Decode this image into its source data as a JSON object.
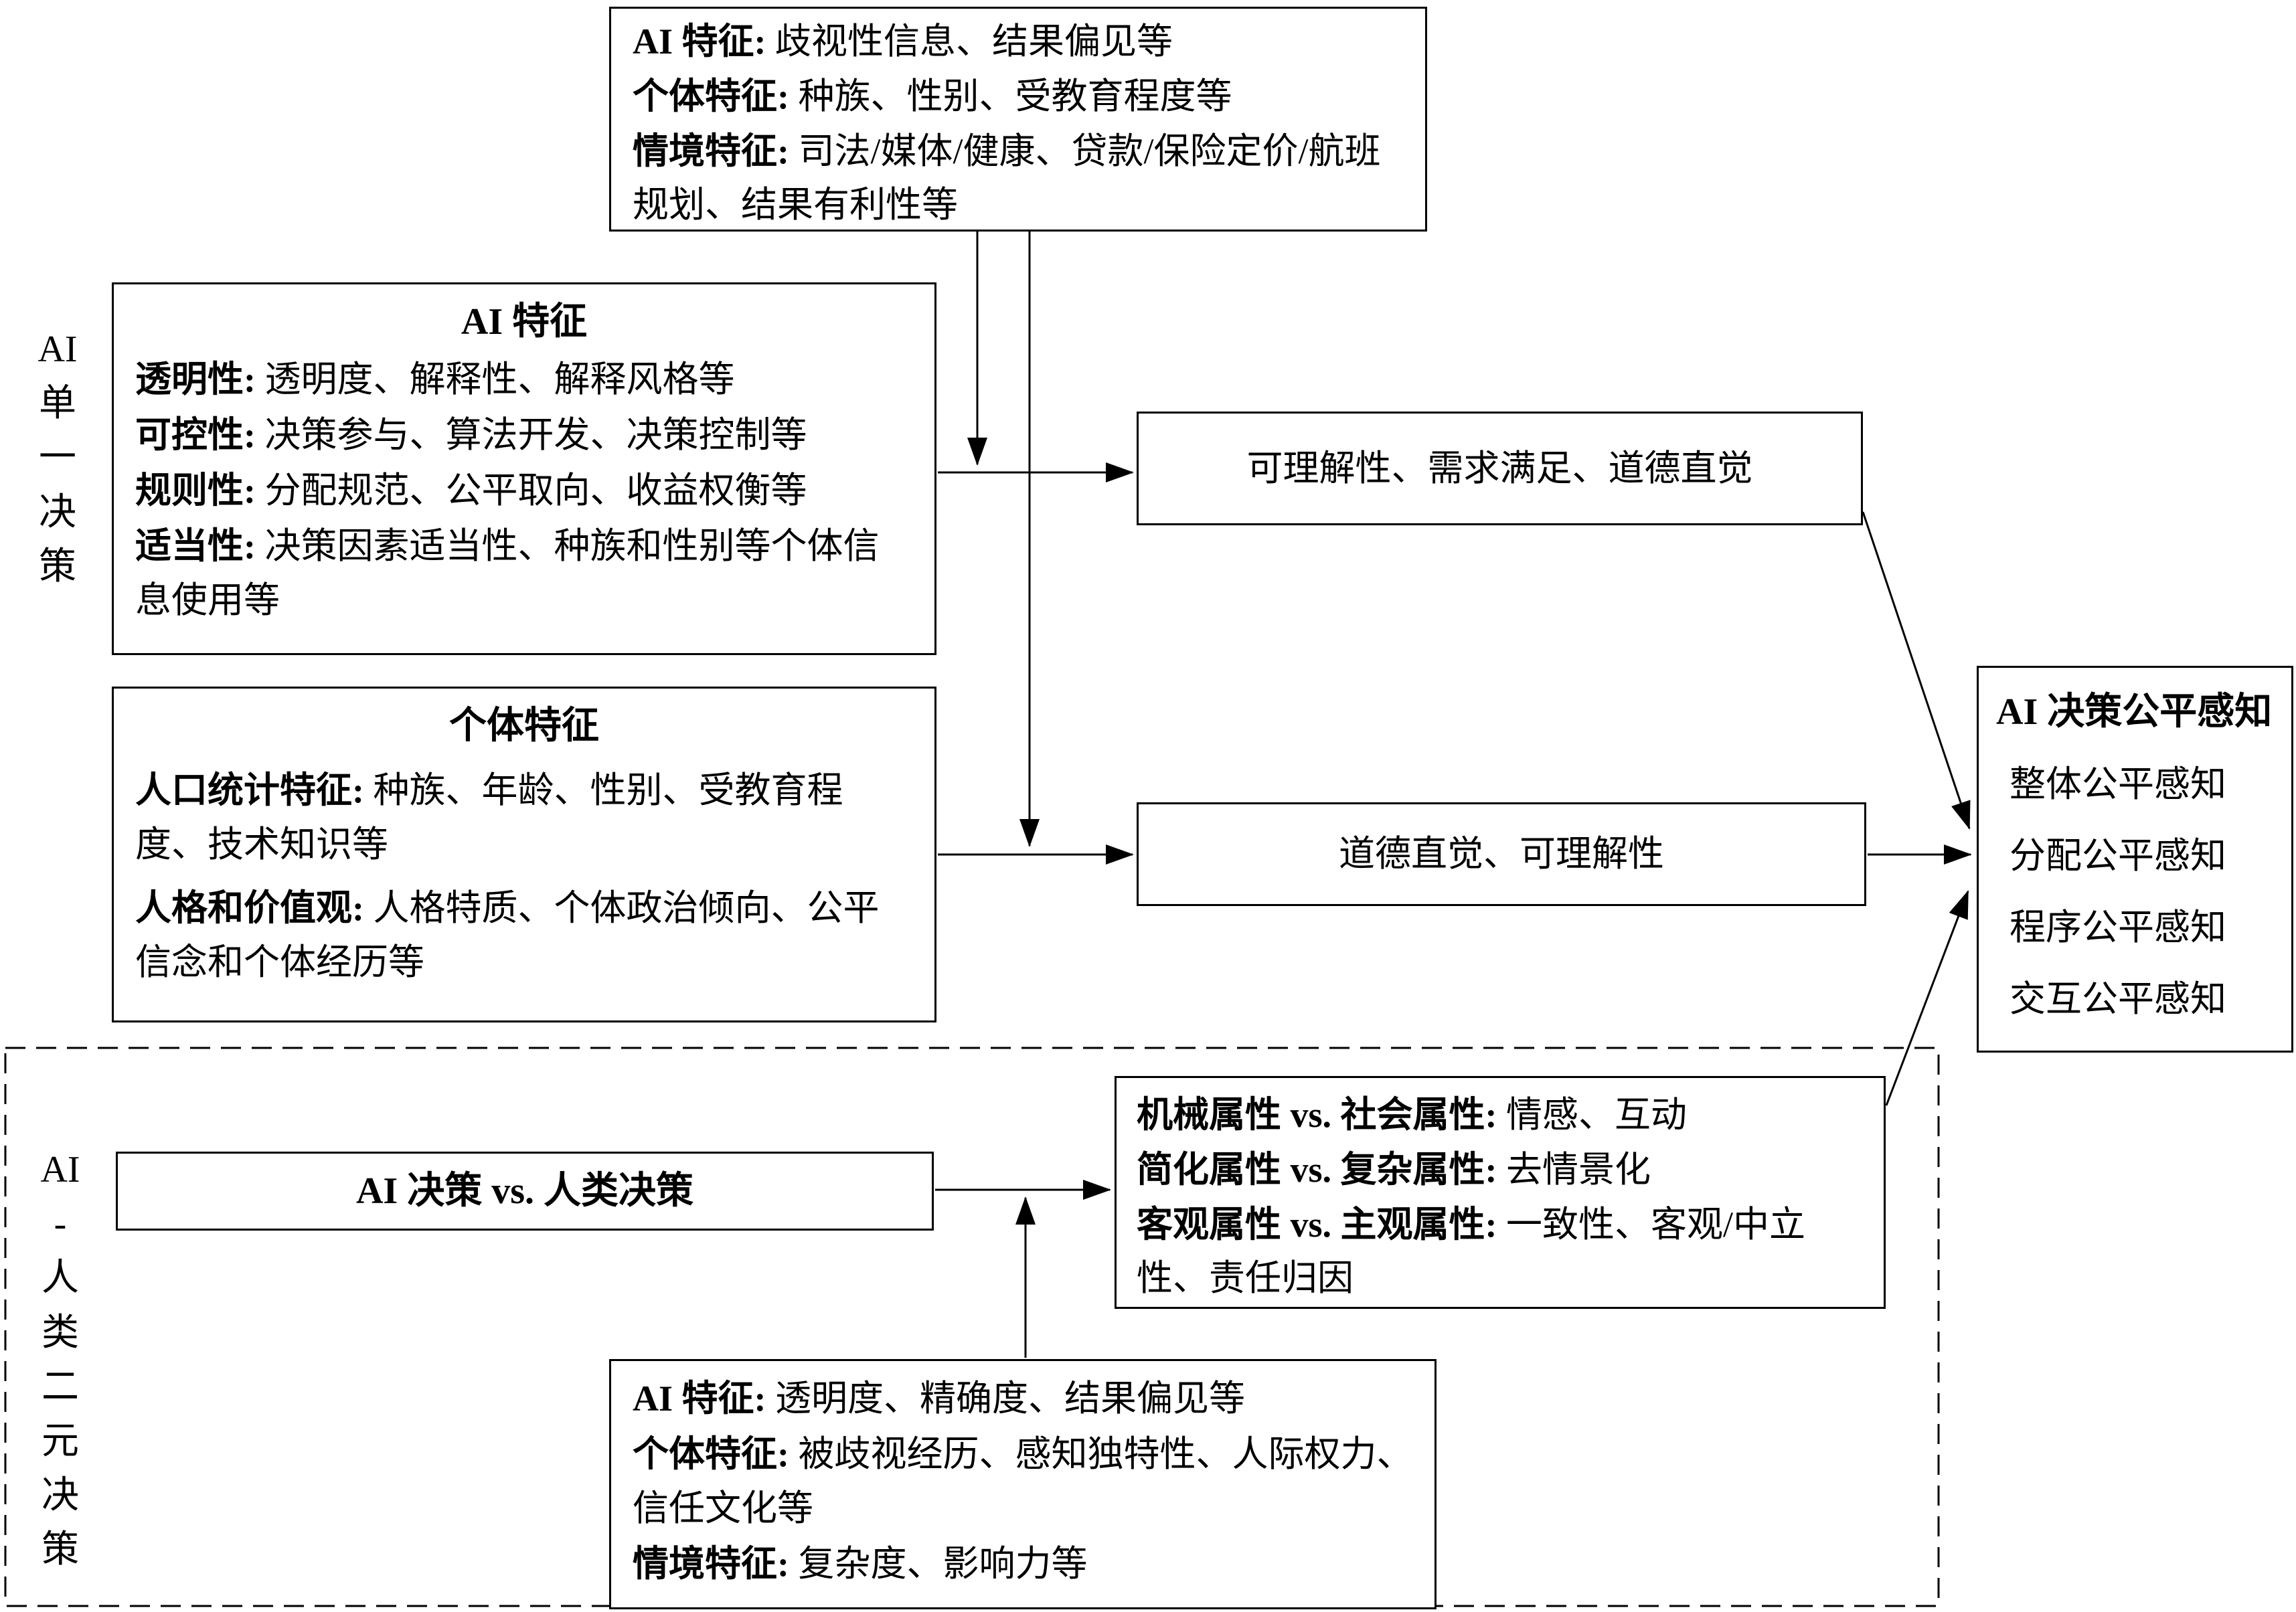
{
  "colors": {
    "ink": "#000000",
    "paper": "#ffffff"
  },
  "left_labels": {
    "single": [
      "AI",
      "单",
      "一",
      "决",
      "策"
    ],
    "binary": [
      "AI",
      "-",
      "人",
      "类",
      "二",
      "元",
      "决",
      "策"
    ]
  },
  "top_box": {
    "lines": [
      {
        "label": "AI 特征:",
        "text": " 歧视性信息、结果偏见等"
      },
      {
        "label": "个体特征:",
        "text": " 种族、性别、受教育程度等"
      },
      {
        "label": "情境特征:",
        "text": " 司法/媒体/健康、贷款/保险定价/航班规划、结果有利性等"
      }
    ]
  },
  "ai_box": {
    "title": "AI 特征",
    "lines": [
      {
        "label": "透明性:",
        "text": " 透明度、解释性、解释风格等"
      },
      {
        "label": "可控性:",
        "text": " 决策参与、算法开发、决策控制等"
      },
      {
        "label": "规则性:",
        "text": " 分配规范、公平取向、收益权衡等"
      },
      {
        "label": "适当性:",
        "text": " 决策因素适当性、种族和性别等个体信息使用等"
      }
    ]
  },
  "individual_box": {
    "title": "个体特征",
    "lines": [
      {
        "label": "人口统计特征:",
        "text": " 种族、年龄、性别、受教育程度、技术知识等"
      },
      {
        "label": "人格和价值观:",
        "text": " 人格特质、个体政治倾向、公平信念和个体经历等"
      }
    ]
  },
  "mediator1": "可理解性、需求满足、道德直觉",
  "mediator2": "道德直觉、可理解性",
  "outcome_box": {
    "title": "AI 决策公平感知",
    "items": [
      "整体公平感知",
      "分配公平感知",
      "程序公平感知",
      "交互公平感知"
    ]
  },
  "vs_box": {
    "title": "AI 决策 vs. 人类决策"
  },
  "attributes_box": {
    "lines": [
      {
        "label": "机械属性 vs. 社会属性:",
        "text": " 情感、互动"
      },
      {
        "label": "简化属性 vs. 复杂属性:",
        "text": " 去情景化"
      },
      {
        "label": "客观属性 vs. 主观属性:",
        "text": " 一致性、客观/中立性、责任归因"
      }
    ]
  },
  "bottom_box": {
    "lines": [
      {
        "label": "AI 特征:",
        "text": " 透明度、精确度、结果偏见等"
      },
      {
        "label": "个体特征:",
        "text": " 被歧视经历、感知独特性、人际权力、信任文化等"
      },
      {
        "label": "情境特征:",
        "text": " 复杂度、影响力等"
      }
    ]
  }
}
